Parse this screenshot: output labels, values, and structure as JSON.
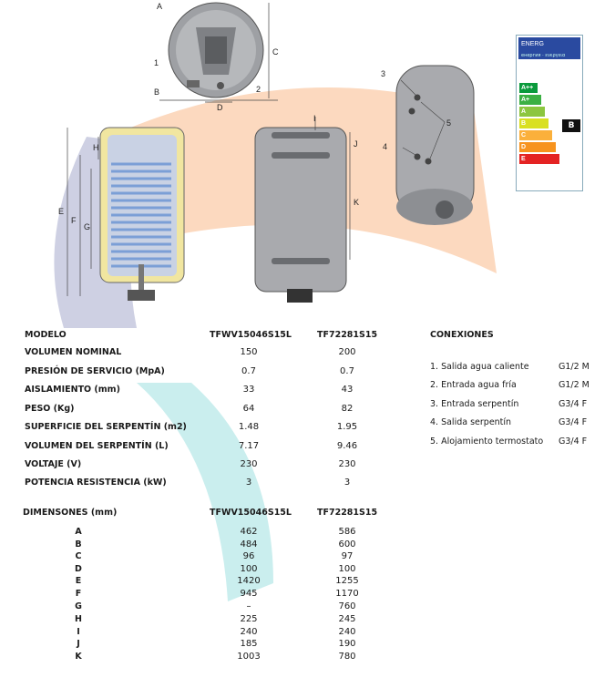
{
  "energy_label": {
    "title": "ENERG",
    "subtitle": "енергия · ενεργεια",
    "classes": [
      "A++",
      "A+",
      "A",
      "B",
      "C",
      "D",
      "E"
    ],
    "selected_class": "B"
  },
  "diagram_labels": {
    "top_view": [
      "A",
      "B",
      "C",
      "D",
      "1",
      "2"
    ],
    "section_view": [
      "H",
      "E",
      "F",
      "G"
    ],
    "front_view": [
      "I",
      "J",
      "K"
    ],
    "iso_view": [
      "3",
      "4",
      "5"
    ]
  },
  "specs": {
    "header": {
      "label": "MODELO",
      "model_a": "TFWV15046S15L",
      "model_b": "TF72281S15"
    },
    "rows": [
      {
        "name": "VOLUMEN NOMINAL",
        "a": "150",
        "b": "200"
      },
      {
        "name": "PRESIÓN DE SERVICIO (MpA)",
        "a": "0.7",
        "b": "0.7"
      },
      {
        "name": "AISLAMIENTO (mm)",
        "a": "33",
        "b": "43"
      },
      {
        "name": "PESO (Kg)",
        "a": "64",
        "b": "82"
      },
      {
        "name": "SUPERFICIE DEL SERPENTÍN (m2)",
        "a": "1.48",
        "b": "1.95"
      },
      {
        "name": "VOLUMEN DEL SERPENTÍN (L)",
        "a": "7.17",
        "b": "9.46"
      },
      {
        "name": "VOLTAJE (V)",
        "a": "230",
        "b": "230"
      },
      {
        "name": "POTENCIA RESISTENCIA (kW)",
        "a": "3",
        "b": "3"
      }
    ]
  },
  "dimensions": {
    "header": {
      "label": "DIMENSONES (mm)",
      "model_a": "TFWV15046S15L",
      "model_b": "TF72281S15"
    },
    "rows": [
      {
        "key": "A",
        "a": "462",
        "b": "586"
      },
      {
        "key": "B",
        "a": "484",
        "b": "600"
      },
      {
        "key": "C",
        "a": "96",
        "b": "97"
      },
      {
        "key": "D",
        "a": "100",
        "b": "100"
      },
      {
        "key": "E",
        "a": "1420",
        "b": "1255"
      },
      {
        "key": "F",
        "a": "945",
        "b": "1170"
      },
      {
        "key": "G",
        "a": "–",
        "b": "760"
      },
      {
        "key": "H",
        "a": "225",
        "b": "245"
      },
      {
        "key": "I",
        "a": "240",
        "b": "240"
      },
      {
        "key": "J",
        "a": "185",
        "b": "190"
      },
      {
        "key": "K",
        "a": "1003",
        "b": "780"
      }
    ]
  },
  "connections": {
    "title": "CONEXIONES",
    "items": [
      {
        "name": "1. Salida agua caliente",
        "value": "G1/2 M"
      },
      {
        "name": "2. Entrada agua fría",
        "value": "G1/2 M"
      },
      {
        "name": "3. Entrada serpentín",
        "value": "G3/4 F"
      },
      {
        "name": "4. Salida serpentín",
        "value": "G3/4 F"
      },
      {
        "name": "5. Alojamiento termostato",
        "value": "G3/4 F"
      }
    ]
  },
  "colors": {
    "swirl_orange": "#fbd2b4",
    "swirl_purple": "#c9cbe0",
    "swirl_teal": "#c4ecec",
    "tank_grey": "#a9aaae",
    "coil_blue": "#7b9fd6",
    "insulation_yellow": "#f1e6a0"
  }
}
